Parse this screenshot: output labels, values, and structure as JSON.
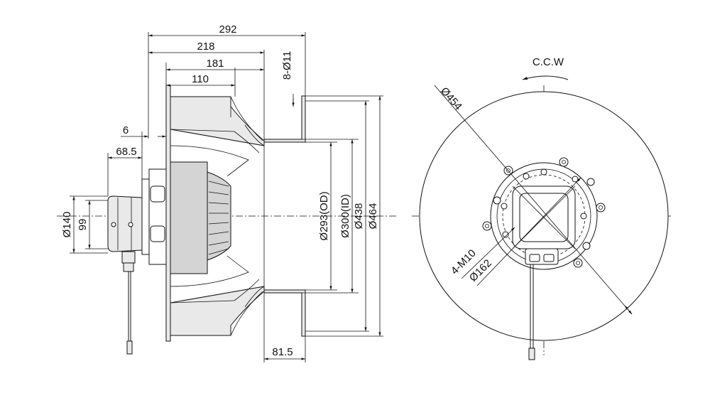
{
  "side_view": {
    "dims": {
      "d292": "292",
      "d218": "218",
      "d181": "181",
      "d110": "110",
      "d6": "6",
      "d68_5": "68.5",
      "d140": "Ø140",
      "d99": "99",
      "d293": "Ø293(OD)",
      "d300": "Ø300(ID)",
      "d438": "Ø438",
      "d464": "Ø464",
      "d81_5": "81.5",
      "holes": "8-Ø11"
    }
  },
  "front_view": {
    "rotation": "C.C.W",
    "dims": {
      "d454": "Ø454",
      "threads": "4-M10",
      "d162": "Ø162"
    }
  },
  "colors": {
    "line": "#111111",
    "fill_light": "#e9e9e9",
    "fill_motor": "#d4d4d4"
  }
}
